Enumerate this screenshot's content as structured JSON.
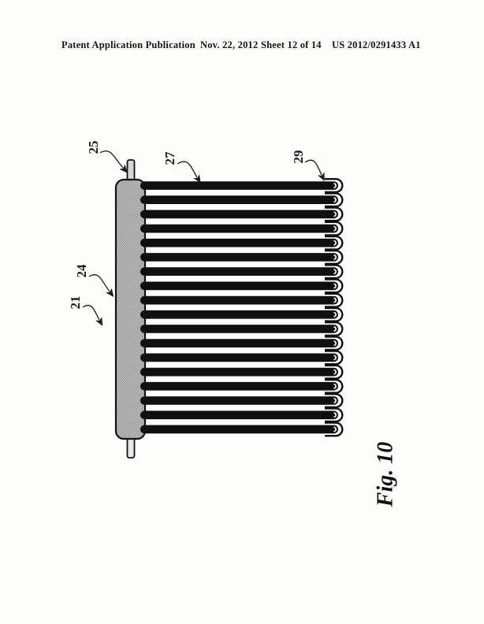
{
  "header": {
    "publication": "Patent Application Publication",
    "date": "Nov. 22, 2012",
    "sheet": "Sheet 12 of 14",
    "patent_number": "US 2012/0291433 A1"
  },
  "figure": {
    "caption": "Fig. 10",
    "kind": "patent-line-drawing",
    "description": "Side view of coiled-tube heat exchanger: vertical manifold with inlet/outlet stubs, horizontal tube passes, and return bends at right",
    "tube_count": 18,
    "bend_count": 18,
    "labels": [
      {
        "text": "25",
        "points_to": "inlet-stub-pipe"
      },
      {
        "text": "27",
        "points_to": "tube-pass"
      },
      {
        "text": "29",
        "points_to": "return-bend"
      },
      {
        "text": "24",
        "points_to": "manifold"
      },
      {
        "text": "21",
        "points_to": "heat-exchanger-assembly"
      }
    ],
    "colors": {
      "tube": "#101010",
      "outline": "#101010",
      "manifold_light": "#cdcdcd",
      "manifold_dark": "#949494",
      "stub_fill": "#d6d6d6",
      "leader": "#2a2a2a",
      "bend_fill": "#ffffff"
    }
  }
}
